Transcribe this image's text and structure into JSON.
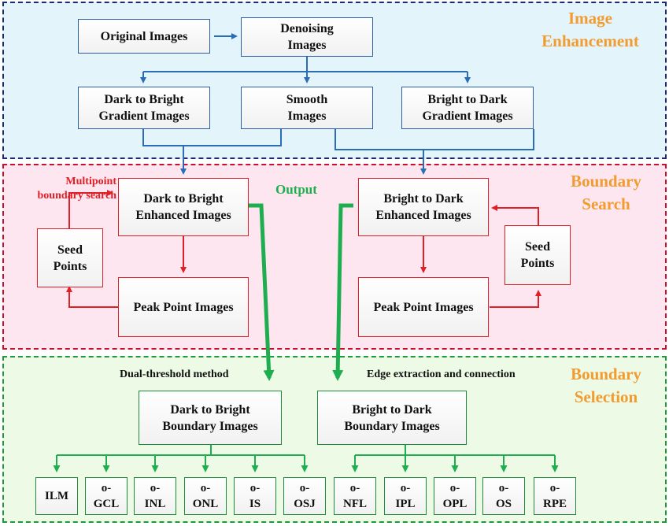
{
  "zones": {
    "enhancement_title": "Image\nEnhancement",
    "search_title": "Boundary\nSearch",
    "selection_title": "Boundary\nSelection"
  },
  "boxes": {
    "original": "Original Images",
    "denoising": "Denoising\nImages",
    "dark_to_bright_gradient": "Dark to Bright\nGradient Images",
    "smooth": "Smooth\nImages",
    "bright_to_dark_gradient": "Bright to Dark\nGradient Images",
    "dark_to_bright_enhanced": "Dark to Bright\nEnhanced Images",
    "bright_to_dark_enhanced": "Bright to Dark\nEnhanced Images",
    "seed_left": "Seed\nPoints",
    "seed_right": "Seed\nPoints",
    "peak_left": "Peak Point Images",
    "peak_right": "Peak Point Images",
    "dark_to_bright_boundary": "Dark to Bright\nBoundary Images",
    "bright_to_dark_boundary": "Bright to Dark\nBoundary Images"
  },
  "labels": {
    "multipoint": "Multipoint\nboundary search",
    "output": "Output",
    "dual_threshold": "Dual-threshold method",
    "edge_extraction": "Edge extraction and connection"
  },
  "layers": [
    "ILM",
    "o-\nGCL",
    "o-\nINL",
    "o-\nONL",
    "o-\nIS",
    "o-\nOSJ",
    "o-\nNFL",
    "o-\nIPL",
    "o-\nOPL",
    "o-\nOS",
    "o-\nRPE"
  ],
  "colors": {
    "blue_arrow": "#2b6cb8",
    "red_arrow": "#e01f26",
    "green_arrow": "#1fae4f",
    "title_orange": "#f29b2f"
  }
}
